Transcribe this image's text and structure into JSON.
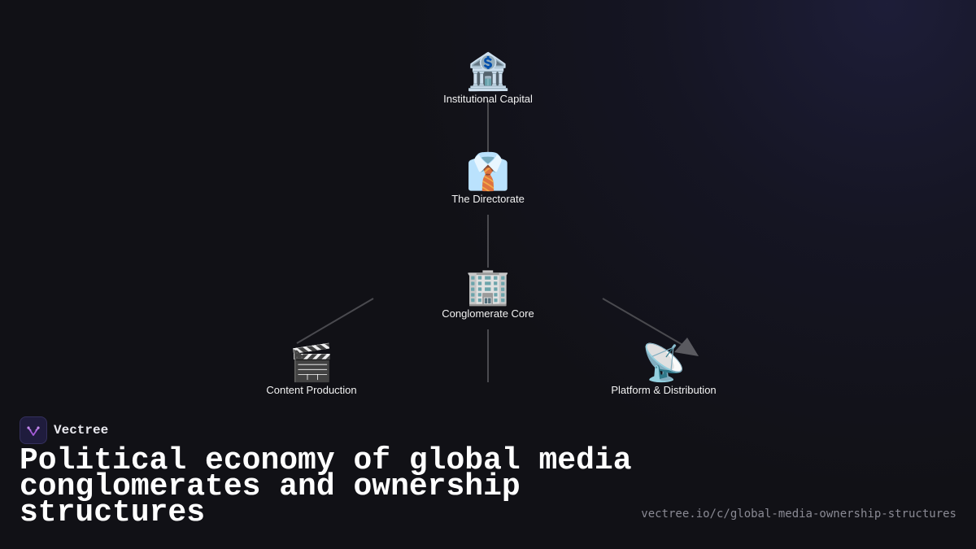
{
  "nodes": {
    "institutional_capital": {
      "icon": "bank-icon",
      "glyph": "🏦",
      "label": "Institutional Capital"
    },
    "directorate": {
      "icon": "necktie-icon",
      "glyph": "👔",
      "label": "The Directorate"
    },
    "conglomerate_core": {
      "icon": "office-building-icon",
      "glyph": "🏢",
      "label": "Conglomerate Core"
    },
    "content_production": {
      "icon": "clapper-board-icon",
      "glyph": "🎬",
      "label": "Content Production"
    },
    "platform_distribution": {
      "icon": "satellite-antenna-icon",
      "glyph": "📡",
      "label": "Platform & Distribution"
    }
  },
  "edges": [
    {
      "from": "institutional_capital",
      "to": "directorate",
      "arrow": false
    },
    {
      "from": "directorate",
      "to": "conglomerate_core",
      "arrow": false
    },
    {
      "from": "conglomerate_core",
      "to": "content_production",
      "arrow": false
    },
    {
      "from": "conglomerate_core",
      "to": "platform_distribution",
      "arrow": true
    },
    {
      "from": "conglomerate_core",
      "to": "below",
      "arrow": false
    }
  ],
  "brand": {
    "name": "Vectree",
    "icon": "vectree-logo-icon"
  },
  "title": "Political economy of global media conglomerates and ownership structures",
  "url": "vectree.io/c/global-media-ownership-structures",
  "colors": {
    "background": "#111116",
    "edge": "#4a4a4f",
    "arrowhead": "#5a5a60",
    "logo_accent": "#a35ad6"
  }
}
